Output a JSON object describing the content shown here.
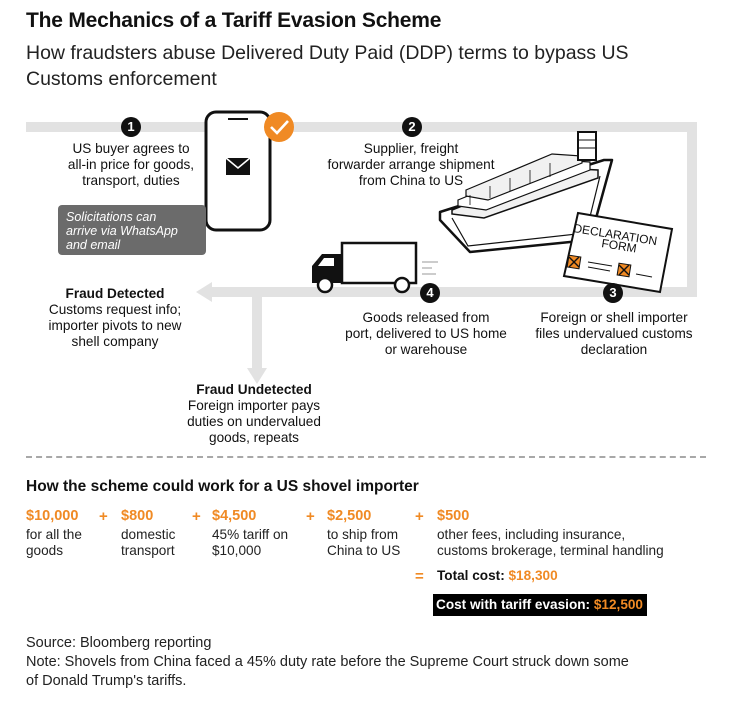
{
  "title": "The Mechanics of a Tariff Evasion Scheme",
  "subtitle": "How fraudsters abuse Delivered Duty Paid (DDP) terms to bypass US Customs enforcement",
  "steps": [
    {
      "num": "1",
      "text": [
        "US buyer agrees to",
        "all-in price for goods,",
        "transport, duties"
      ]
    },
    {
      "num": "2",
      "text": [
        "Supplier, freight",
        "forwarder arrange shipment",
        "from China to US"
      ]
    },
    {
      "num": "3",
      "text": [
        "Foreign or shell importer",
        "files undervalued customs",
        "declaration"
      ]
    },
    {
      "num": "4",
      "text": [
        "Goods released from",
        "port, delivered to US home",
        "or warehouse"
      ]
    }
  ],
  "bubble": [
    "Solicitations can",
    "arrive via WhatsApp",
    "and email"
  ],
  "declaration_form": [
    "DECLARATION",
    "FORM"
  ],
  "fraud_detected": {
    "heading": "Fraud Detected",
    "text": [
      "Customs request info;",
      "importer pivots to new",
      "shell company"
    ]
  },
  "fraud_undetected": {
    "heading": "Fraud Undetected",
    "text": [
      "Foreign importer pays",
      "duties on undervalued",
      "goods, repeats"
    ]
  },
  "example": {
    "heading": "How the scheme could work for a US shovel importer",
    "items": [
      {
        "value": "$10,000",
        "desc": [
          "for all the",
          "goods"
        ]
      },
      {
        "value": "$800",
        "desc": [
          "domestic",
          "transport"
        ]
      },
      {
        "value": "$4,500",
        "desc": [
          "45% tariff on",
          "$10,000"
        ]
      },
      {
        "value": "$2,500",
        "desc": [
          "to ship from",
          "China to US"
        ]
      },
      {
        "value": "$500",
        "desc": [
          "other fees, including insurance,",
          "customs brokerage, terminal handling"
        ]
      }
    ],
    "plus": "+",
    "equals": "=",
    "total_label": "Total cost:",
    "total_value": "$18,300",
    "evasion_label": "Cost with tariff evasion:",
    "evasion_value": "$12,500"
  },
  "source": "Source: Bloomberg reporting",
  "note": [
    "Note: Shovels from China faced a 45% duty rate before the Supreme Court struck down some",
    "of Donald Trump's tariffs."
  ],
  "colors": {
    "accent": "#f08a24",
    "flow": "#e2e2e2",
    "dark": "#111111",
    "bubble": "#6b6b6b"
  },
  "icons": [
    "smartphone-icon",
    "checkmark-icon",
    "envelope-icon",
    "cargo-ship-icon",
    "delivery-truck-icon",
    "declaration-form-icon"
  ]
}
